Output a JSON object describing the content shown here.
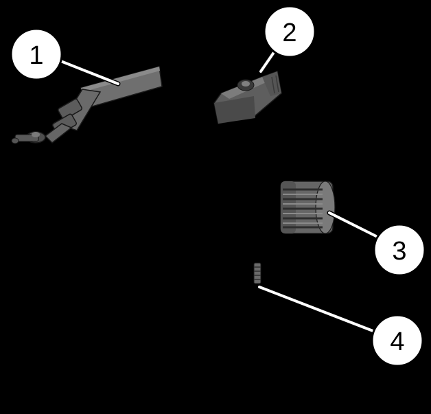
{
  "background_color": "#000000",
  "part_color": "#6f6f6f",
  "part_dark_color": "#3f3f3f",
  "callout_fill": "#ffffff",
  "callout_stroke": "#000000",
  "callouts": [
    {
      "label": "1"
    },
    {
      "label": "2"
    },
    {
      "label": "3"
    },
    {
      "label": "4"
    }
  ]
}
